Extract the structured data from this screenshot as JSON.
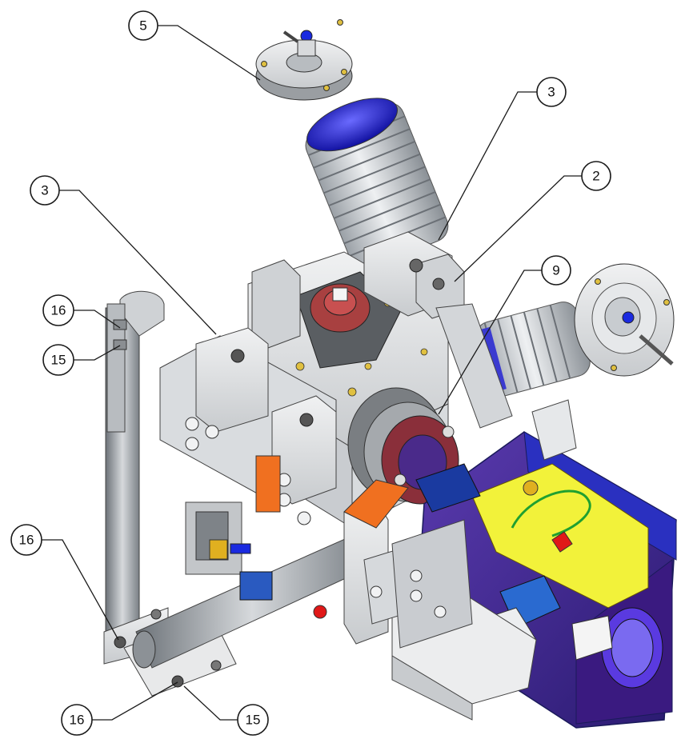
{
  "callouts": [
    {
      "id": "callout-5-top",
      "label": "5"
    },
    {
      "id": "callout-3-right",
      "label": "3"
    },
    {
      "id": "callout-2",
      "label": "2"
    },
    {
      "id": "callout-3-left",
      "label": "3"
    },
    {
      "id": "callout-9",
      "label": "9"
    },
    {
      "id": "callout-16-upper",
      "label": "16"
    },
    {
      "id": "callout-15-upper",
      "label": "15"
    },
    {
      "id": "callout-16-middle",
      "label": "16"
    },
    {
      "id": "callout-16-bottom",
      "label": "16"
    },
    {
      "id": "callout-15-bottom",
      "label": "15"
    }
  ],
  "colors": {
    "steel_light": "#e4e6e8",
    "steel_mid": "#bfc3c7",
    "steel_dark": "#7d8287",
    "flange_red": "#a83a3a",
    "chamber_purple": "#4a2a9a",
    "chamber_blue": "#2430b8",
    "window_blue": "#2020e0",
    "yellow_part": "#f2f23a",
    "brass": "#e0b020",
    "red_valve": "#e01818",
    "orange_clamp": "#f07020",
    "dark_blue": "#1a2a8a"
  }
}
